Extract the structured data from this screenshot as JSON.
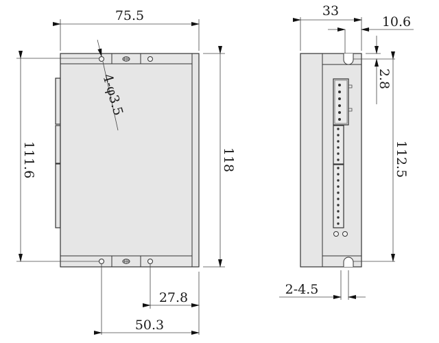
{
  "drawing": {
    "front_view": {
      "width_label": "75.5",
      "hole_label": "4-φ3.5",
      "left_height_label": "111.6",
      "right_height_label": "118",
      "bottom_hole_offset_short": "27.8",
      "bottom_hole_offset_long": "50.3"
    },
    "side_view": {
      "width_label": "33",
      "slot_offset_label": "10.6",
      "slot_depth_label": "2.8",
      "height_label": "112.5",
      "slot_width_label": "2-4.5"
    },
    "colors": {
      "body": "#e6e6e6",
      "line": "#333333",
      "background": "#ffffff"
    }
  }
}
